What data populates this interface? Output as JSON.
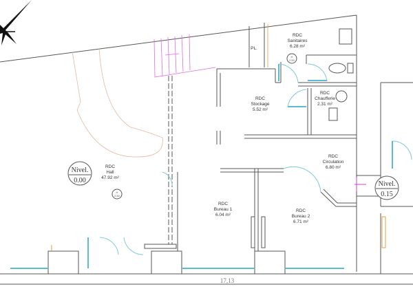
{
  "rooms": [
    {
      "level": "RDC",
      "name": "Sanitaires",
      "area": "6.28 m²"
    },
    {
      "level": "RDC",
      "name": "Stockage",
      "area": "5.52 m²"
    },
    {
      "level": "RDC",
      "name": "Chaufferie",
      "area": "2.31 m²"
    },
    {
      "level": "RDC",
      "name": "Hall",
      "area": "47.92 m²"
    },
    {
      "level": "RDC",
      "name": "Circulation",
      "area": "6.80 m²"
    },
    {
      "level": "RDC",
      "name": "Bureau 1",
      "area": "6.04 m²"
    },
    {
      "level": "RDC",
      "name": "Bureau 2",
      "area": "6.71 m²"
    }
  ],
  "levels": [
    {
      "label": "Nivel.",
      "value": "0.00"
    },
    {
      "label": "Nivel.",
      "value": "0.15"
    }
  ],
  "pl_label": "PL.",
  "height_badge": {
    "letter": "H",
    "value": "2,50"
  },
  "dimension": "17,13",
  "colors": {
    "walls": "#555555",
    "doors": "#7fc8d6",
    "stairs": "#e06be0",
    "ramp": "#e3b9a0"
  }
}
